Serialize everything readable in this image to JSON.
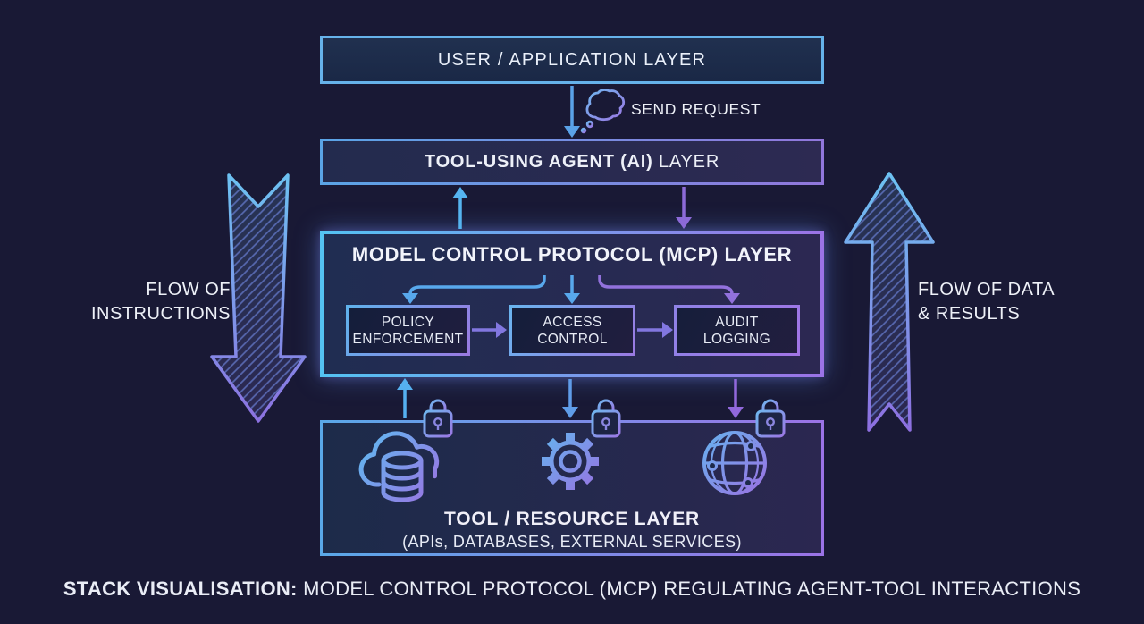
{
  "colors": {
    "background": "#191935",
    "accent_blue": "#5aa8ea",
    "accent_purple": "#9374e0",
    "text": "#eef1f8"
  },
  "layers": {
    "user": {
      "label": "USER / APPLICATION LAYER"
    },
    "agent": {
      "label_bold": "TOOL-USING AGENT (AI)",
      "label_rest": " LAYER"
    },
    "mcp": {
      "title": "MODEL CONTROL PROTOCOL (MCP) LAYER",
      "components": [
        {
          "line1": "POLICY",
          "line2": "ENFORCEMENT"
        },
        {
          "line1": "ACCESS",
          "line2": "CONTROL"
        },
        {
          "line1": "AUDIT",
          "line2": "LOGGING"
        }
      ]
    },
    "tool": {
      "title": "TOOL / RESOURCE LAYER",
      "subtitle": "(APIs, DATABASES, EXTERNAL SERVICES)"
    }
  },
  "annotations": {
    "send_request": "SEND REQUEST",
    "flow_left": {
      "line1": "FLOW OF",
      "line2": "INSTRUCTIONS"
    },
    "flow_right": {
      "line1": "FLOW OF DATA",
      "line2": "& RESULTS"
    }
  },
  "caption": {
    "bold": "STACK VISUALISATION:",
    "rest": " MODEL CONTROL PROTOCOL (MCP) REGULATING AGENT-TOOL INTERACTIONS"
  },
  "icons": {
    "list": [
      "thought-bubble-icon",
      "lock-icon",
      "cloud-database-icon",
      "gear-icon",
      "globe-icon",
      "flow-down-arrow",
      "flow-up-arrow"
    ]
  }
}
